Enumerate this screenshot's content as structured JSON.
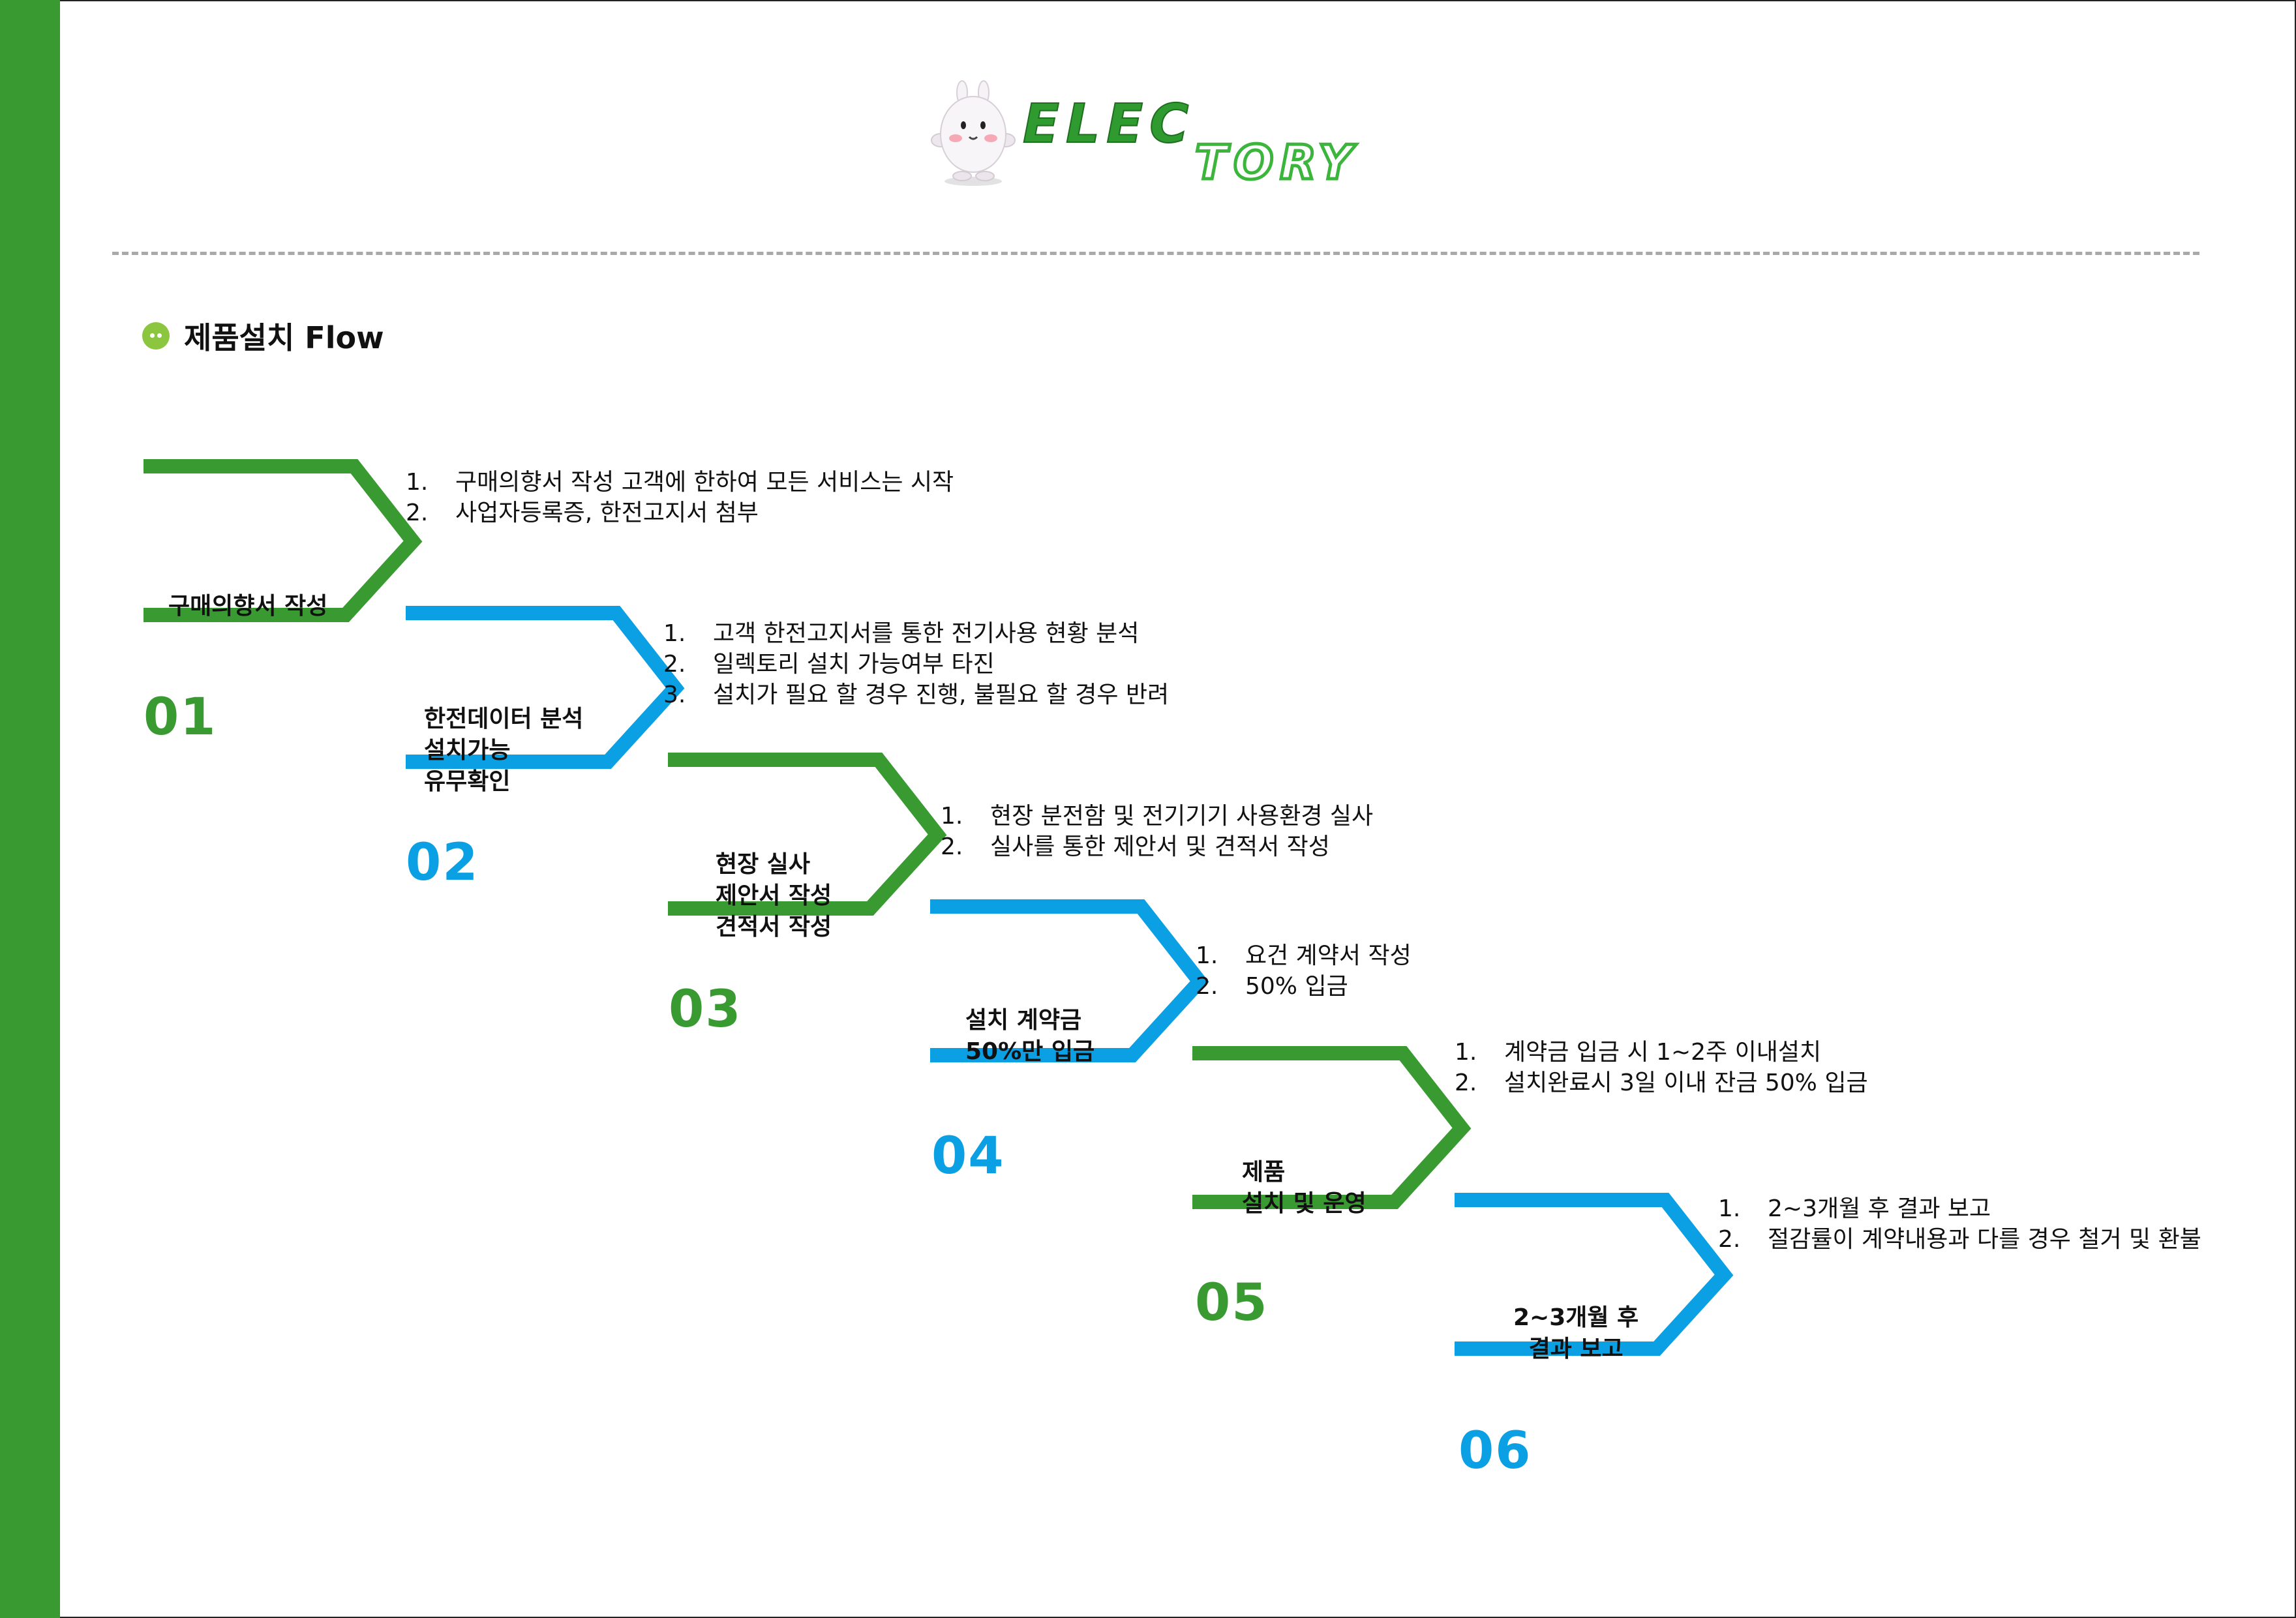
{
  "colors": {
    "green": "#3a9a32",
    "blue": "#0b9fe3",
    "bullet": "#8cc63f",
    "divider": "#a9a9a9"
  },
  "logo": {
    "text_top": "ELEC",
    "text_bottom": "TORY",
    "mascot_icon": "rabbit-mascot-icon"
  },
  "section": {
    "title": "제품설치 Flow"
  },
  "steps": [
    {
      "number": "01",
      "color": "green",
      "title": [
        "구매의향서 작성"
      ],
      "notes": [
        {
          "idx": "1.",
          "text": "구매의향서 작성 고객에 한하여 모든 서비스는 시작"
        },
        {
          "idx": "2.",
          "text": "사업자등록증, 한전고지서 첨부"
        }
      ]
    },
    {
      "number": "02",
      "color": "blue",
      "title": [
        "한전데이터 분석",
        "설치가능",
        "유무확인"
      ],
      "notes": [
        {
          "idx": "1.",
          "text": "고객 한전고지서를 통한 전기사용 현황 분석"
        },
        {
          "idx": "2.",
          "text": "일렉토리 설치 가능여부 타진"
        },
        {
          "idx": "3.",
          "text": "설치가 필요 할 경우 진행, 불필요 할 경우 반려"
        }
      ]
    },
    {
      "number": "03",
      "color": "green",
      "title": [
        "현장 실사",
        "제안서 작성",
        "견적서 작성"
      ],
      "notes": [
        {
          "idx": "1.",
          "text": "현장 분전함 및 전기기기 사용환경 실사"
        },
        {
          "idx": "2.",
          "text": "실사를 통한 제안서 및 견적서 작성"
        }
      ]
    },
    {
      "number": "04",
      "color": "blue",
      "title": [
        "설치 계약금",
        "50%만 입금"
      ],
      "notes": [
        {
          "idx": "1.",
          "text": "요건 계약서 작성"
        },
        {
          "idx": "2.",
          "text": "50% 입금"
        }
      ]
    },
    {
      "number": "05",
      "color": "green",
      "title": [
        "제품",
        "설치 및 운영"
      ],
      "notes": [
        {
          "idx": "1.",
          "text": "계약금 입금 시 1~2주 이내설치"
        },
        {
          "idx": "2.",
          "text": "설치완료시 3일 이내 잔금 50% 입금"
        }
      ]
    },
    {
      "number": "06",
      "color": "blue",
      "title": [
        "2~3개월 후",
        "결과 보고"
      ],
      "notes": [
        {
          "idx": "1.",
          "text": "2~3개월 후 결과 보고"
        },
        {
          "idx": "2.",
          "text": "절감률이 계약내용과 다를 경우 철거 및 환불"
        }
      ]
    }
  ]
}
